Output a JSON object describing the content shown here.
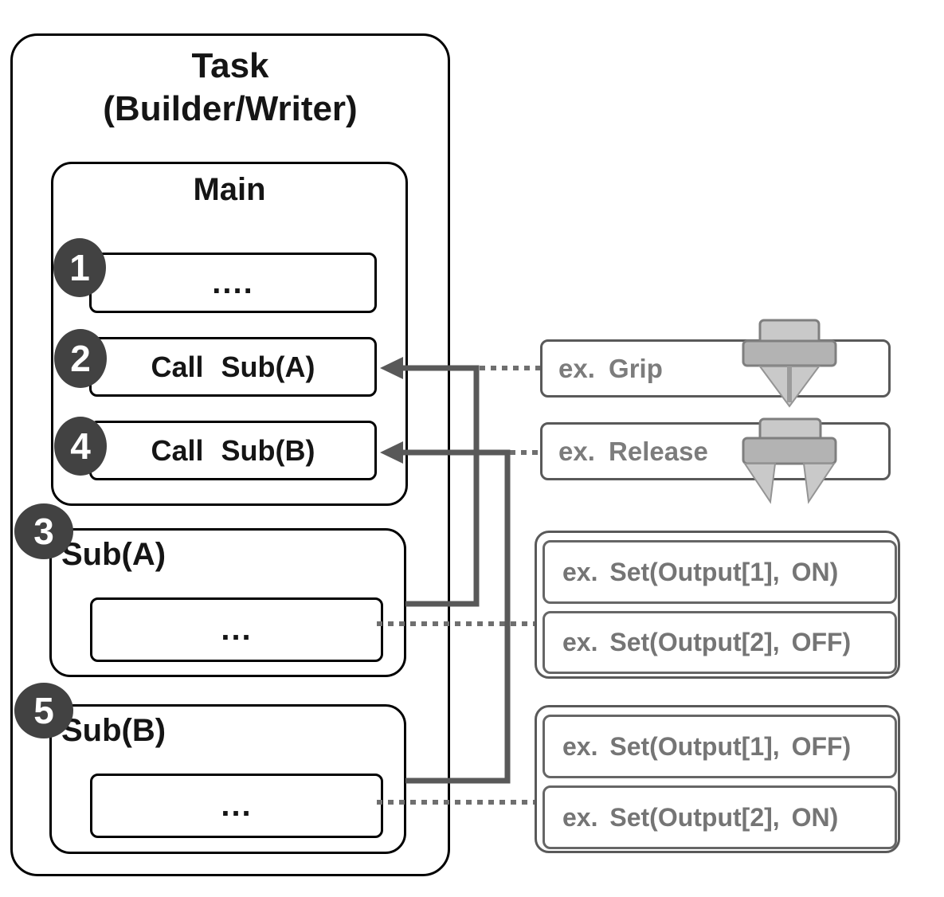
{
  "task": {
    "title_line1": "Task",
    "title_line2": "(Builder/Writer)",
    "main": {
      "title": "Main",
      "steps": [
        {
          "badge": "1",
          "label": "...."
        },
        {
          "badge": "2",
          "label": "Call Sub(A)"
        },
        {
          "badge": "4",
          "label": "Call Sub(B)"
        }
      ]
    },
    "subs": [
      {
        "badge": "3",
        "title": "Sub(A)",
        "body": "..."
      },
      {
        "badge": "5",
        "title": "Sub(B)",
        "body": "..."
      }
    ]
  },
  "annotations": {
    "grip": {
      "label": "ex. Grip",
      "icon": "gripper-closed-icon"
    },
    "release": {
      "label": "ex. Release",
      "icon": "gripper-open-icon"
    },
    "set_group_a": {
      "items": [
        "ex. Set(Output[1], ON)",
        "ex. Set(Output[2], OFF)"
      ]
    },
    "set_group_b": {
      "items": [
        "ex. Set(Output[1], OFF)",
        "ex. Set(Output[2], ON)"
      ]
    }
  },
  "colors": {
    "badge_fill": "#424242",
    "solid_connector": "#595959",
    "dotted_connector": "#6f6f6f",
    "box_border_black": "#000000",
    "annotation_border": "#595959",
    "annotation_text": "#7c7c7c",
    "gripper_light": "#c9c9c9",
    "gripper_mid": "#b3b3b3"
  }
}
